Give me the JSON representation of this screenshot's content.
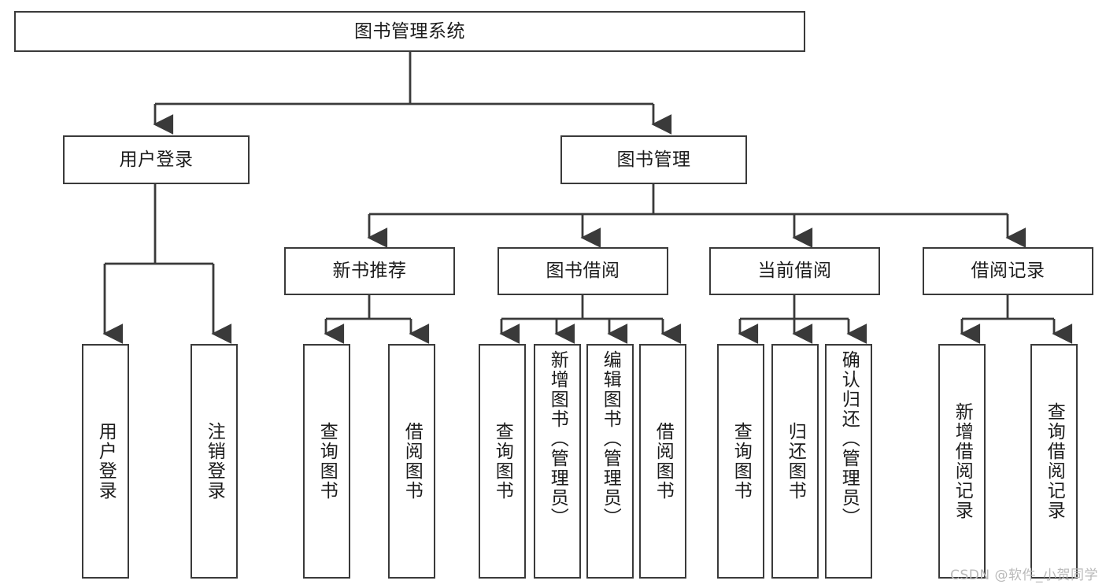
{
  "diagram": {
    "title": "图书管理系统",
    "root": {
      "id": "root",
      "label": "图书管理系统"
    },
    "level2": [
      {
        "id": "user-login",
        "label": "用户登录"
      },
      {
        "id": "book-manage",
        "label": "图书管理"
      }
    ],
    "level3": [
      {
        "id": "new-book-recommend",
        "label": "新书推荐"
      },
      {
        "id": "book-borrow",
        "label": "图书借阅"
      },
      {
        "id": "current-borrow",
        "label": "当前借阅"
      },
      {
        "id": "borrow-record",
        "label": "借阅记录"
      }
    ],
    "leaves": {
      "user_login": [
        {
          "id": "leaf-user-login",
          "label": "用户登录"
        },
        {
          "id": "leaf-logout-login",
          "label": "注销登录"
        }
      ],
      "new_book_recommend": [
        {
          "id": "leaf-query-book-1",
          "label": "查询图书"
        },
        {
          "id": "leaf-borrow-book-1",
          "label": "借阅图书"
        }
      ],
      "book_borrow": [
        {
          "id": "leaf-query-book-2",
          "label": "查询图书"
        },
        {
          "id": "leaf-add-book",
          "label": "新增图书（管理员）"
        },
        {
          "id": "leaf-edit-book",
          "label": "编辑图书（管理员）"
        },
        {
          "id": "leaf-borrow-book-2",
          "label": "借阅图书"
        }
      ],
      "current_borrow": [
        {
          "id": "leaf-query-book-3",
          "label": "查询图书"
        },
        {
          "id": "leaf-return-book",
          "label": "归还图书"
        },
        {
          "id": "leaf-confirm-return",
          "label": "确认归还（管理员）"
        }
      ],
      "borrow_record": [
        {
          "id": "leaf-add-record",
          "label": "新增借阅记录"
        },
        {
          "id": "leaf-query-record",
          "label": "查询借阅记录"
        }
      ]
    }
  },
  "watermark": {
    "text": "CSDN @软件_小贺同学"
  },
  "colors": {
    "border": "#3a3a3a",
    "text": "#1c1c1c",
    "background": "#ffffff",
    "watermark": "#b9b9b9"
  }
}
